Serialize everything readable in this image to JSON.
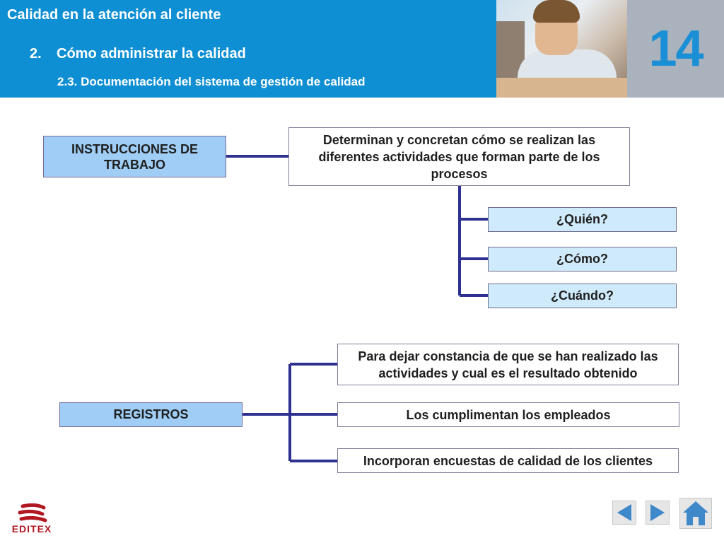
{
  "header": {
    "title": "Calidad en la atención al cliente",
    "section_number": "2.",
    "section_title": "Cómo administrar la calidad",
    "subsection": "2.3. Documentación del sistema de gestión de calidad",
    "chapter_number": "14"
  },
  "instrucciones": {
    "label": "INSTRUCCIONES DE TRABAJO",
    "description": "Determinan y concretan cómo se realizan las diferentes actividades que forman parte de los procesos",
    "questions": [
      "¿Quién?",
      "¿Cómo?",
      "¿Cuándo?"
    ]
  },
  "registros": {
    "label": "REGISTROS",
    "items": [
      "Para dejar constancia de que se han realizado las actividades y cual es el resultado obtenido",
      "Los cumplimentan los empleados",
      "Incorporan encuestas de calidad de los clientes"
    ]
  },
  "footer": {
    "logo_text": "EDITEX",
    "nav": [
      "prev-icon",
      "next-icon",
      "home-icon"
    ]
  },
  "colors": {
    "header_bg": "#0f8fd3",
    "box_blue": "#9fcdf5",
    "box_question": "#cfeafb",
    "connector": "#2e3192",
    "nav_arrow": "#3f88c9"
  }
}
